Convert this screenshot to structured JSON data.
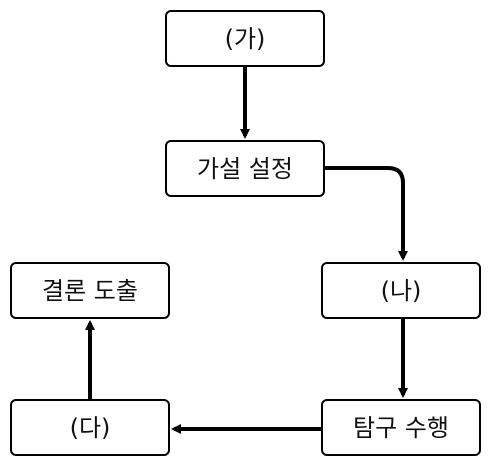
{
  "diagram": {
    "nodes": {
      "ga": "(가)",
      "hypothesis": "가설 설정",
      "na": "(나)",
      "inquiry": "탐구 수행",
      "da": "(다)",
      "conclusion": "결론 도출"
    },
    "edges": [
      {
        "from": "ga",
        "to": "hypothesis"
      },
      {
        "from": "hypothesis",
        "to": "na"
      },
      {
        "from": "na",
        "to": "inquiry"
      },
      {
        "from": "inquiry",
        "to": "da"
      },
      {
        "from": "da",
        "to": "conclusion"
      }
    ],
    "colors": {
      "stroke": "#000000",
      "text": "#111111",
      "background": "#ffffff"
    }
  }
}
